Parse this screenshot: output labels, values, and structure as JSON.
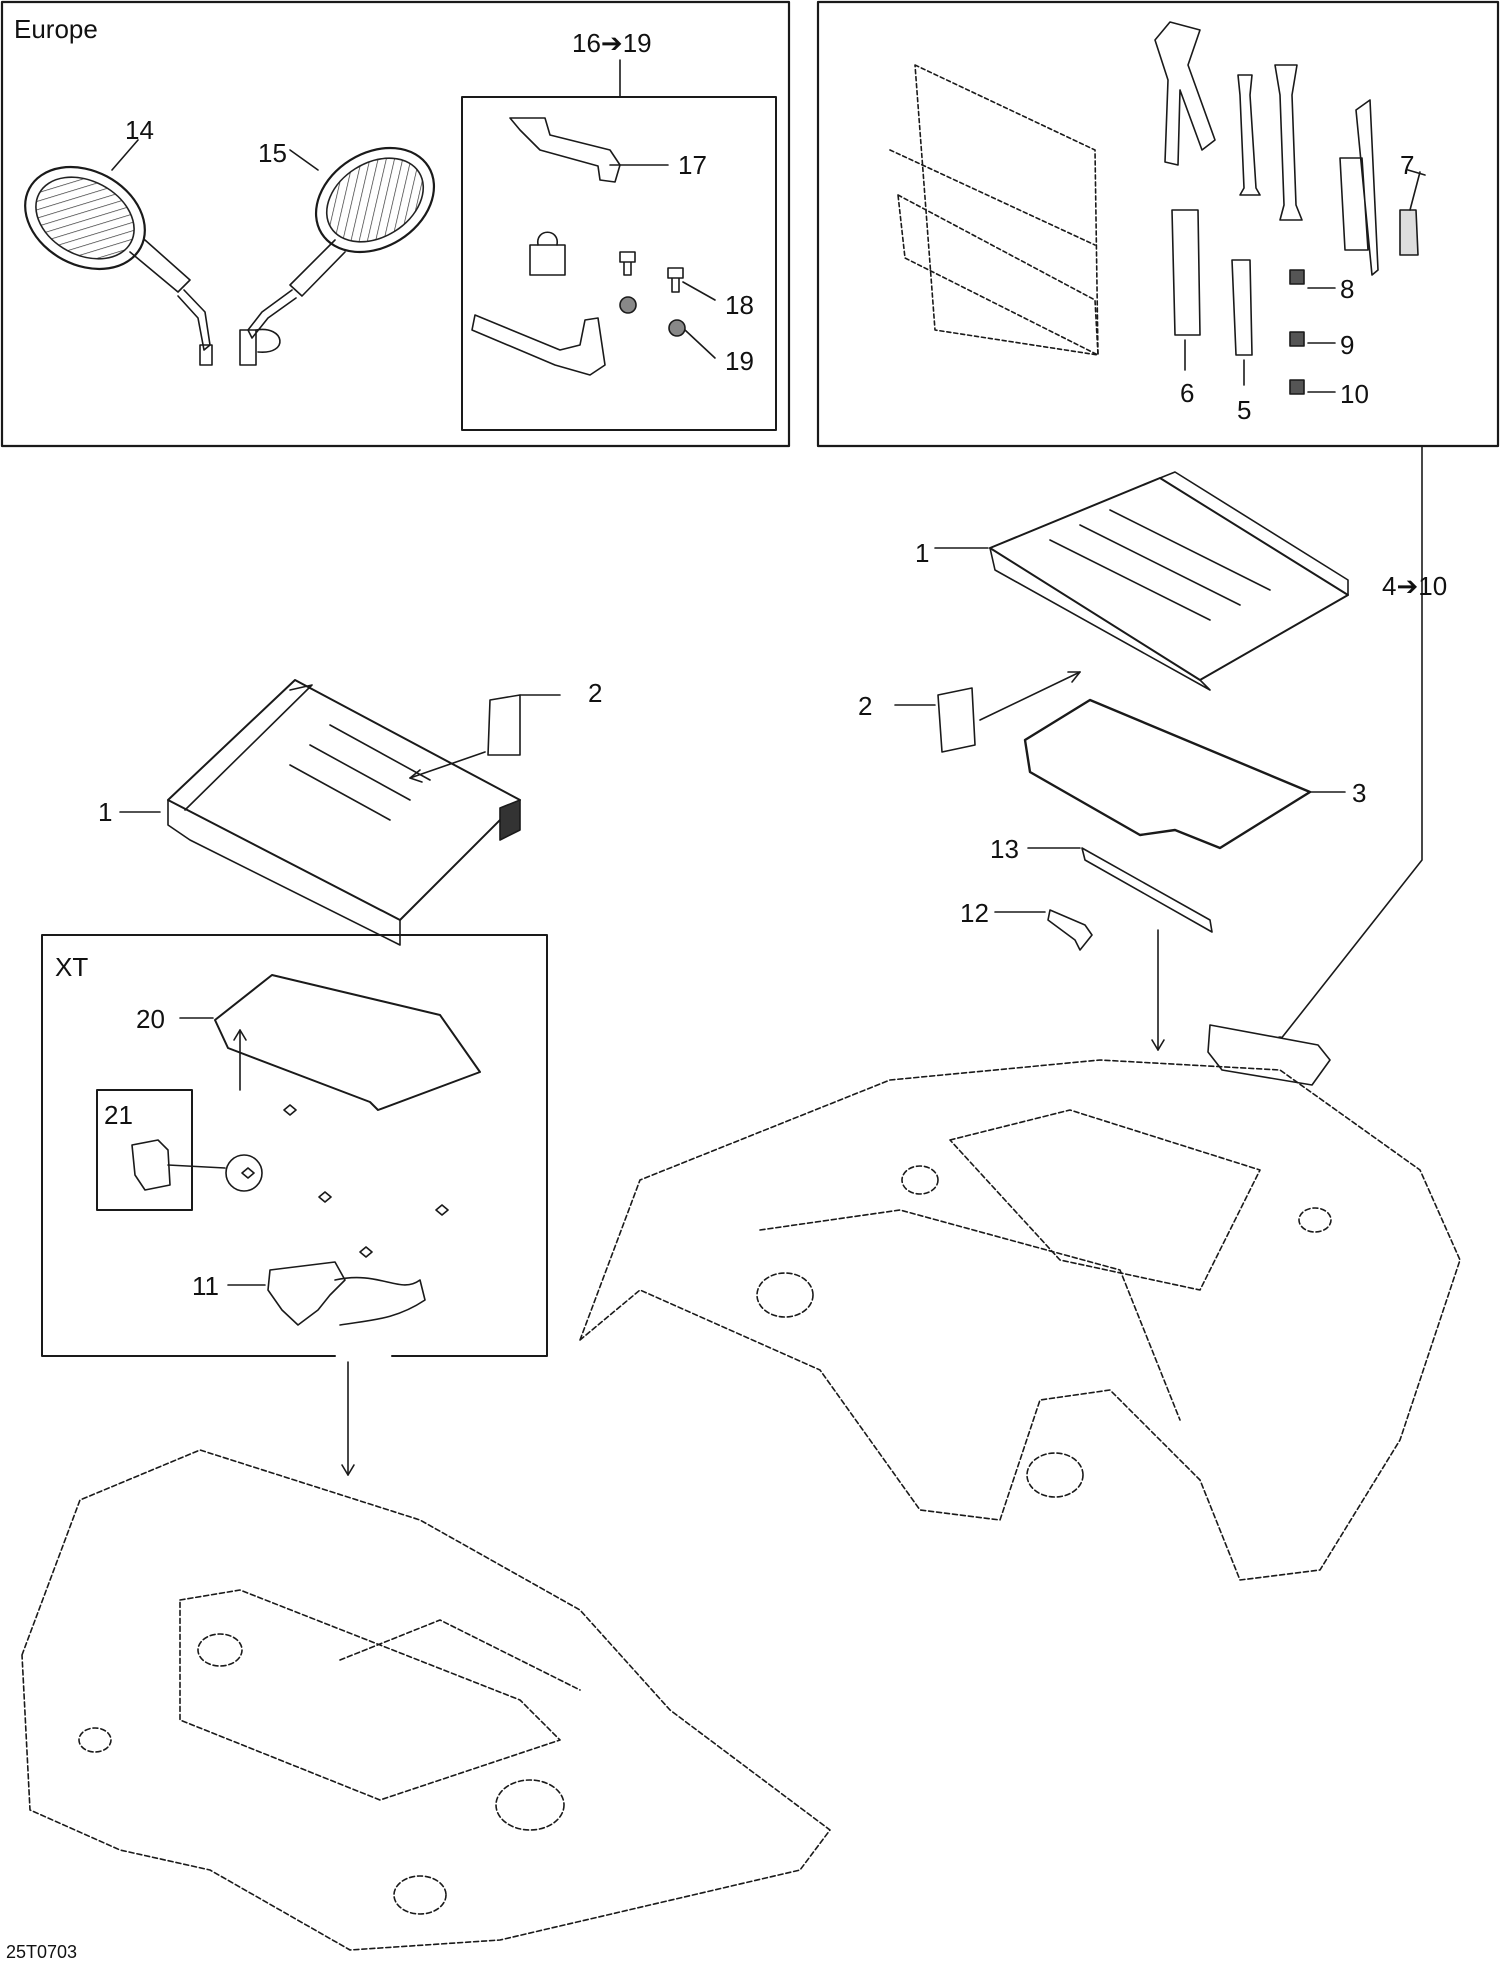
{
  "boxes": {
    "europe": "Europe",
    "xt": "XT"
  },
  "group_labels": {
    "g16_19": "16➔19",
    "g4_10": "4➔10"
  },
  "callouts": {
    "c14": "14",
    "c15": "15",
    "c17": "17",
    "c18": "18",
    "c19": "19",
    "c7": "7",
    "c8": "8",
    "c9": "9",
    "c10": "10",
    "c6": "6",
    "c5": "5",
    "c1a": "1",
    "c2a": "2",
    "c1b": "1",
    "c2b": "2",
    "c3": "3",
    "c13": "13",
    "c12": "12",
    "c20": "20",
    "c21": "21",
    "c11": "11"
  },
  "drawing_code": "25T0703",
  "colors": {
    "line": "#1a1a1a",
    "fill_dark": "#3a3a3a",
    "fill_mid": "#8a8a8a",
    "fill_light": "#e6e6e6"
  }
}
